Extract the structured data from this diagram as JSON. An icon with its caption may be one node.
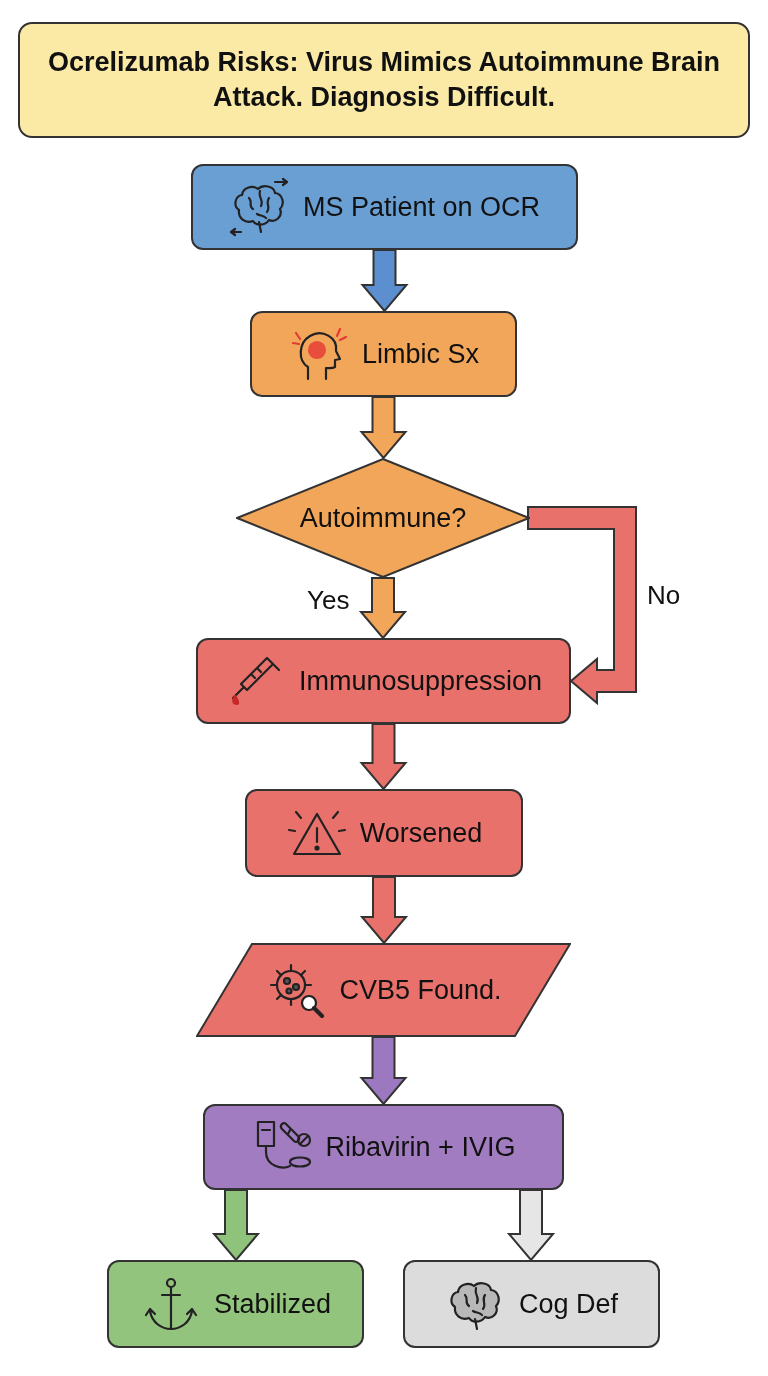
{
  "diagram": {
    "title": "Ocrelizumab Risks: Virus Mimics Autoimmune Brain Attack. Diagnosis Difficult.",
    "nodes": [
      {
        "text": [
          "MS Patient on OCR"
        ]
      },
      {
        "text": [
          "Limbic Sx"
        ]
      },
      {
        "text": [
          "Autoimmune?"
        ]
      },
      {
        "text": [
          "Immunosuppression"
        ]
      },
      {
        "text": [
          "Worsened"
        ]
      },
      {
        "text": [
          "CVB5 Found."
        ]
      },
      {
        "text": [
          "Ribavirin + IVIG"
        ]
      },
      {
        "text": [
          "Stabilized"
        ]
      },
      {
        "text": [
          "Cog Def"
        ]
      }
    ],
    "edges": [
      {
        "from": 0,
        "to": 1,
        "arrow": "to",
        "color": "#5b8fcf"
      },
      {
        "from": 1,
        "to": 2,
        "arrow": "to",
        "color": "#f2a65a"
      },
      {
        "from": 2,
        "to": 3,
        "arrow": "to",
        "label": "Yes",
        "color": "#f2a65a"
      },
      {
        "from": 2,
        "to": 3,
        "arrow": "to",
        "label": "No",
        "color": "#e8716b"
      },
      {
        "from": 3,
        "to": 4,
        "arrow": "to",
        "color": "#e8716b"
      },
      {
        "from": 4,
        "to": 5,
        "arrow": "to",
        "color": "#e8716b"
      },
      {
        "from": 5,
        "to": 6,
        "arrow": "to",
        "color": "#9b78bf"
      },
      {
        "from": 6,
        "to": 7,
        "arrow": "to",
        "color": "#8fc27a"
      },
      {
        "from": 6,
        "to": 8,
        "arrow": "to",
        "color": "#e6e6e6"
      }
    ]
  }
}
